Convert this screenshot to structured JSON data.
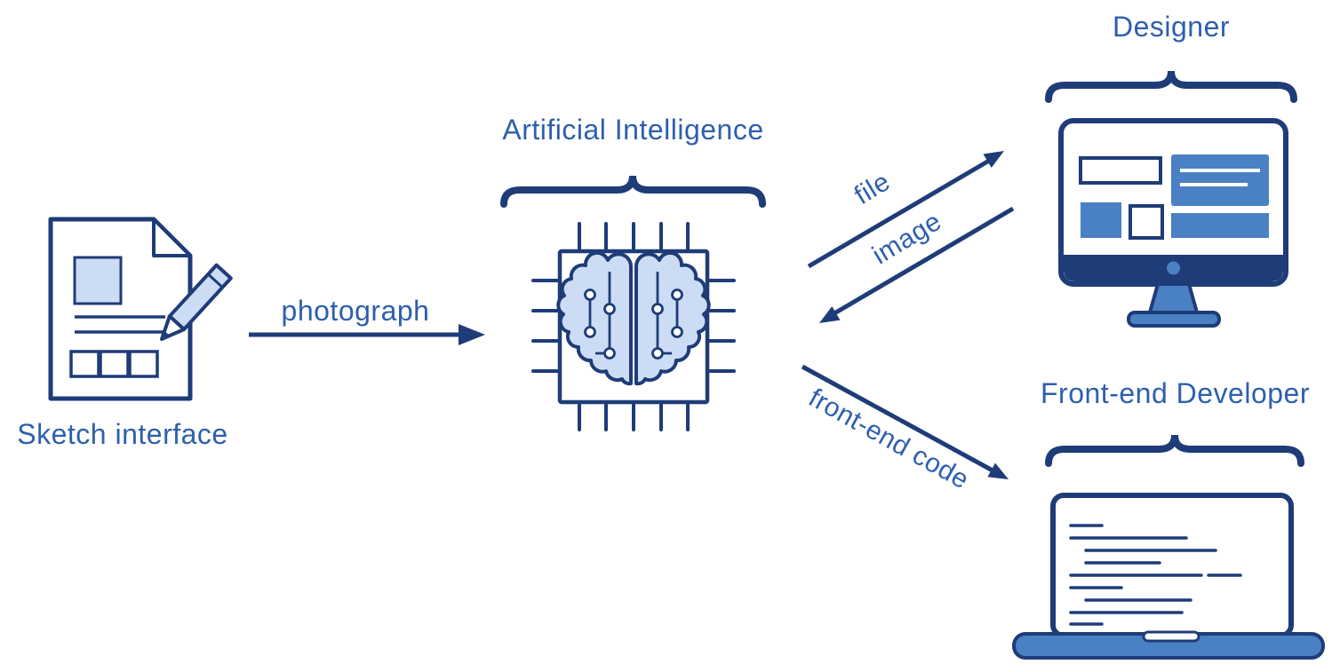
{
  "diagram": {
    "nodes": {
      "sketch": {
        "label": "Sketch interface",
        "icon": "sketch-document-pencil-icon"
      },
      "ai": {
        "label": "Artificial Intelligence",
        "icon": "brain-chip-icon"
      },
      "designer": {
        "label": "Designer",
        "icon": "desktop-monitor-icon"
      },
      "developer": {
        "label": "Front-end Developer",
        "icon": "laptop-code-icon"
      }
    },
    "edges": {
      "photograph": {
        "label": "photograph",
        "from": "Sketch interface",
        "to": "Artificial Intelligence"
      },
      "file": {
        "label": "file",
        "from": "Artificial Intelligence",
        "to": "Designer"
      },
      "image": {
        "label": "image",
        "from": "Designer",
        "to": "Artificial Intelligence"
      },
      "frontend_code": {
        "label": "front-end code",
        "from": "Artificial Intelligence",
        "to": "Front-end Developer"
      }
    },
    "colors": {
      "outline": "#1e3c78",
      "text": "#2e5fae",
      "light_fill": "#ccdcf4",
      "mid_fill": "#4a80c4",
      "background": "#ffffff"
    }
  }
}
